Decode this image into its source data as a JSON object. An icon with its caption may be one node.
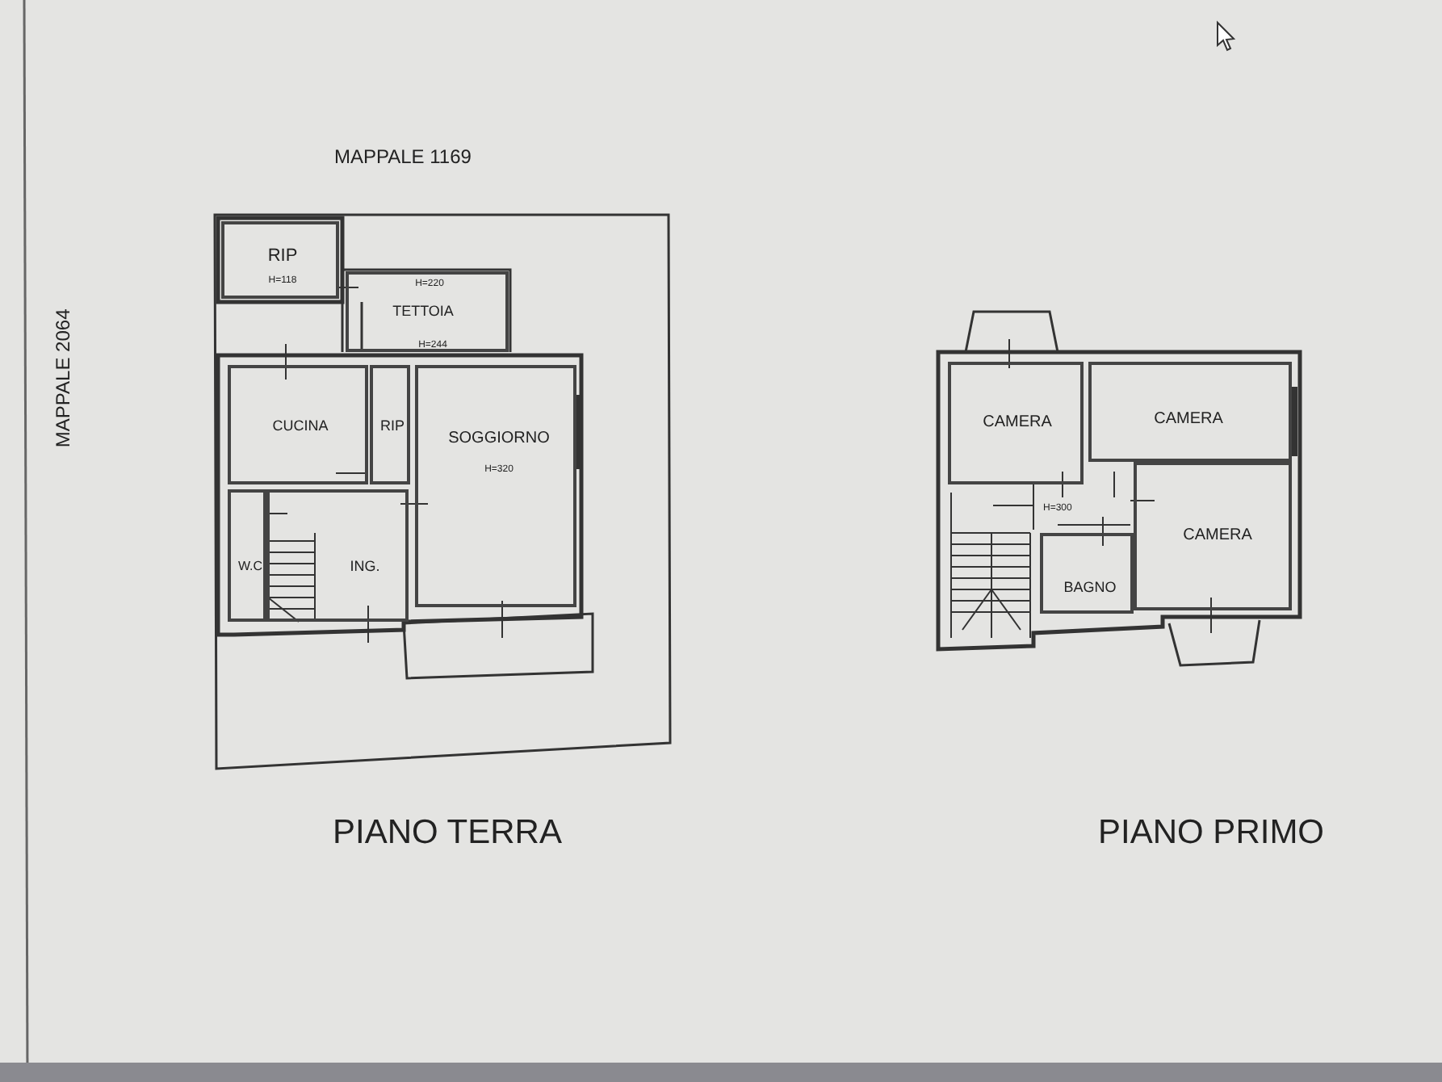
{
  "diagram": {
    "nodes": [
      {
        "text": [
          "RIP",
          "H=118"
        ]
      },
      {
        "text": [
          "H=220",
          "TETTOIA",
          "H=244"
        ]
      },
      {
        "text": [
          "CUCINA"
        ]
      },
      {
        "text": [
          "RIP"
        ]
      },
      {
        "text": [
          "SOGGIORNO",
          "H=320"
        ]
      },
      {
        "text": [
          "W.C"
        ]
      },
      {
        "text": [
          "ING."
        ]
      },
      {
        "text": [
          "CAMERA"
        ]
      },
      {
        "text": [
          "CAMERA"
        ]
      },
      {
        "text": [
          "CAMERA"
        ]
      },
      {
        "text": [
          "BAGNO"
        ]
      }
    ],
    "labels": [
      "MAPPALE 1169",
      "MAPPALE 2064",
      "H=300",
      "PIANO TERRA",
      "PIANO PRIMO"
    ]
  }
}
